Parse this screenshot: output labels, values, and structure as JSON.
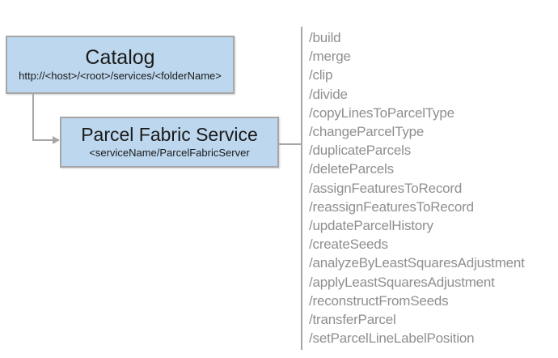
{
  "catalog_box": {
    "title": "Catalog",
    "subtitle": "http://<host>/<root>/services/<folderName>"
  },
  "service_box": {
    "title": "Parcel Fabric Service",
    "subtitle": "<serviceName/ParcelFabricServer"
  },
  "endpoints": [
    "/build",
    "/merge",
    "/clip",
    "/divide",
    "/copyLinesToParcelType",
    "/changeParcelType",
    "/duplicateParcels",
    "/deleteParcels",
    "/assignFeaturesToRecord",
    "/reassignFeaturesToRecord",
    "/updateParcelHistory",
    "/createSeeds",
    "/analyzeByLeastSquaresAdjustment",
    "/applyLeastSquaresAdjustment",
    "/reconstructFromSeeds",
    "/transferParcel",
    "/setParcelLineLabelPosition"
  ],
  "colors": {
    "box_fill": "#BDD7EE",
    "box_border": "#A6A6A6",
    "connector": "#A6A6A6",
    "endpoint_text": "#8F8F8F",
    "title_text": "#1A1A1A"
  }
}
